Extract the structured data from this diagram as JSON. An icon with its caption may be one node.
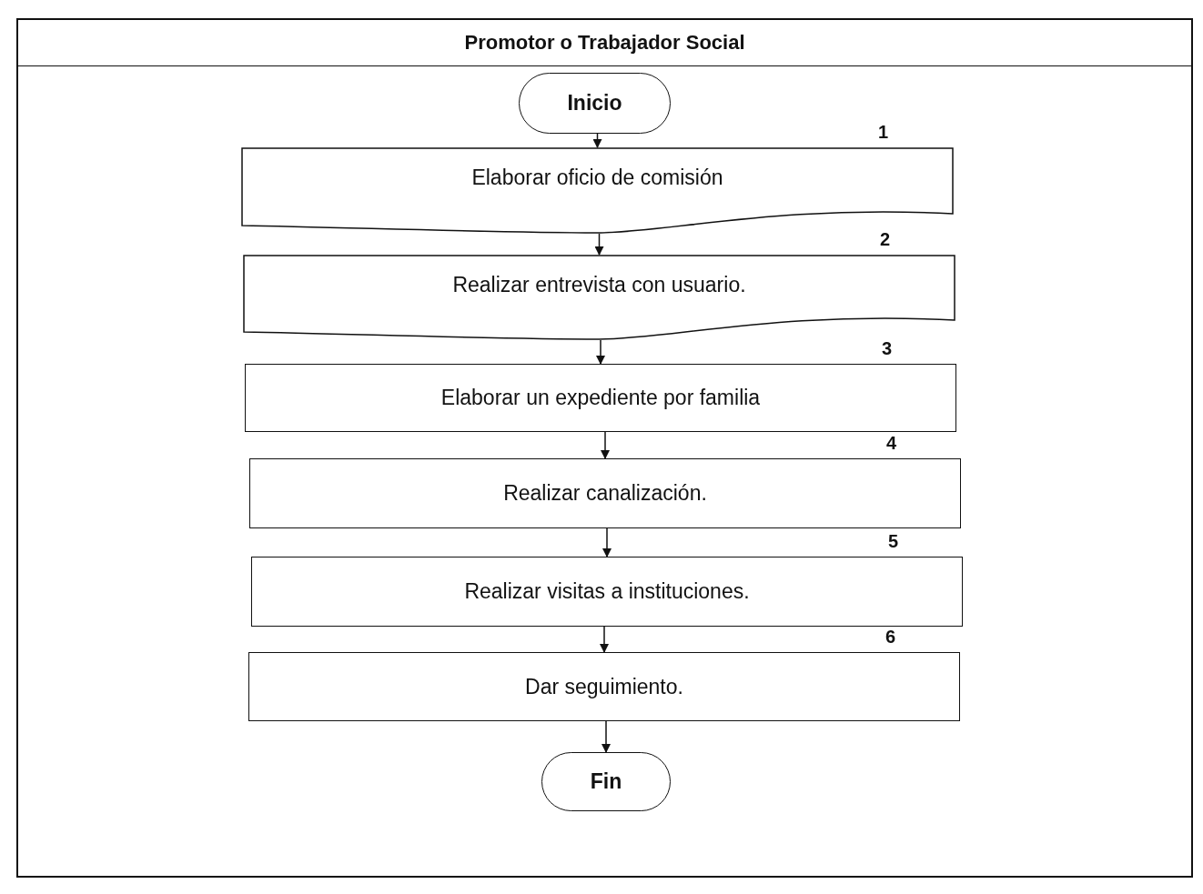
{
  "diagram": {
    "nodes": [
      {
        "text": [
          "Promotor o Trabajador Social"
        ]
      },
      {
        "text": [
          "Inicio"
        ],
        "in": 0
      },
      {
        "text": [
          "Elaborar oficio de comisión"
        ],
        "in": 0,
        "beside": [
          "1"
        ]
      },
      {
        "text": [
          "Realizar entrevista con usuario."
        ],
        "in": 0,
        "beside": [
          "2"
        ]
      },
      {
        "text": [
          "Elaborar un expediente por familia"
        ],
        "in": 0,
        "beside": [
          "3"
        ]
      },
      {
        "text": [
          "Realizar canalización."
        ],
        "in": 0,
        "beside": [
          "4"
        ]
      },
      {
        "text": [
          "Realizar visitas a instituciones."
        ],
        "in": 0,
        "beside": [
          "5"
        ]
      },
      {
        "text": [
          "Dar seguimiento."
        ],
        "in": 0,
        "beside": [
          "6"
        ]
      },
      {
        "text": [
          "Fin"
        ],
        "in": 0
      }
    ],
    "edges": [
      {
        "from": 1,
        "to": 2,
        "arrow": "to"
      },
      {
        "from": 2,
        "to": 3,
        "arrow": "to"
      },
      {
        "from": 3,
        "to": 4,
        "arrow": "to"
      },
      {
        "from": 4,
        "to": 5,
        "arrow": "to"
      },
      {
        "from": 5,
        "to": 6,
        "arrow": "to"
      },
      {
        "from": 6,
        "to": 7,
        "arrow": "to"
      },
      {
        "from": 7,
        "to": 8,
        "arrow": "to"
      }
    ]
  }
}
